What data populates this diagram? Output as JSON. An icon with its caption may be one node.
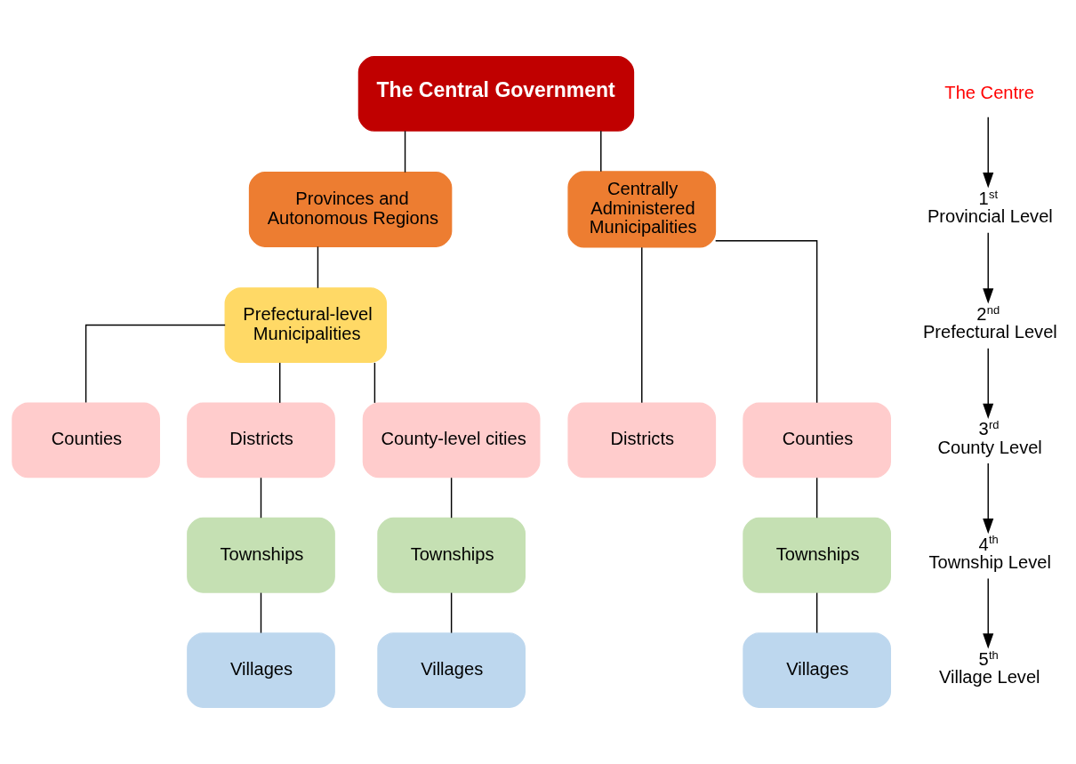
{
  "diagram": {
    "nodes": [
      {
        "text": [
          "The Central Government"
        ]
      },
      {
        "text": [
          "Provinces and Autonomous Regions"
        ]
      },
      {
        "text": [
          "Centrally Administered Municipalities"
        ]
      },
      {
        "text": [
          "Prefectural-level Municipalities"
        ]
      },
      {
        "text": [
          "Counties"
        ]
      },
      {
        "text": [
          "Districts"
        ]
      },
      {
        "text": [
          "County-level cities"
        ]
      },
      {
        "text": [
          "Districts"
        ]
      },
      {
        "text": [
          "Counties"
        ]
      },
      {
        "text": [
          "Townships"
        ]
      },
      {
        "text": [
          "Townships"
        ]
      },
      {
        "text": [
          "Townships"
        ]
      },
      {
        "text": [
          "Villages"
        ]
      },
      {
        "text": [
          "Villages"
        ]
      },
      {
        "text": [
          "Villages"
        ]
      },
      {
        "text": [
          "The Centre"
        ]
      },
      {
        "text": [
          "1$^{st}$ Provincial Level"
        ]
      },
      {
        "text": [
          "2$^{nd}$ Prefectural Level"
        ]
      },
      {
        "text": [
          "3$^{rd}$ County Level"
        ]
      },
      {
        "text": [
          "4$^{th}$ Township Level"
        ]
      },
      {
        "text": [
          "5$^{th}$ Village Level"
        ]
      }
    ],
    "edges": [
      {
        "from": 0,
        "to": 1,
        "arrow": "none"
      },
      {
        "from": 0,
        "to": 2,
        "arrow": "none"
      },
      {
        "from": 1,
        "to": 3,
        "arrow": "none"
      },
      {
        "from": 3,
        "to": 4,
        "arrow": "none"
      },
      {
        "from": 3,
        "to": 5,
        "arrow": "none"
      },
      {
        "from": 3,
        "to": 6,
        "arrow": "none"
      },
      {
        "from": 2,
        "to": 7,
        "arrow": "none"
      },
      {
        "from": 2,
        "to": 8,
        "arrow": "none"
      },
      {
        "from": 5,
        "to": 9,
        "arrow": "none"
      },
      {
        "from": 6,
        "to": 10,
        "arrow": "none"
      },
      {
        "from": 8,
        "to": 11,
        "arrow": "none"
      },
      {
        "from": 9,
        "to": 12,
        "arrow": "none"
      },
      {
        "from": 10,
        "to": 13,
        "arrow": "none"
      },
      {
        "from": 11,
        "to": 14,
        "arrow": "none"
      },
      {
        "from": 15,
        "to": 16,
        "arrow": "to"
      },
      {
        "from": 16,
        "to": 17,
        "arrow": "to"
      },
      {
        "from": 17,
        "to": 18,
        "arrow": "to"
      },
      {
        "from": 18,
        "to": 19,
        "arrow": "to"
      },
      {
        "from": 19,
        "to": 20,
        "arrow": "to"
      }
    ]
  }
}
